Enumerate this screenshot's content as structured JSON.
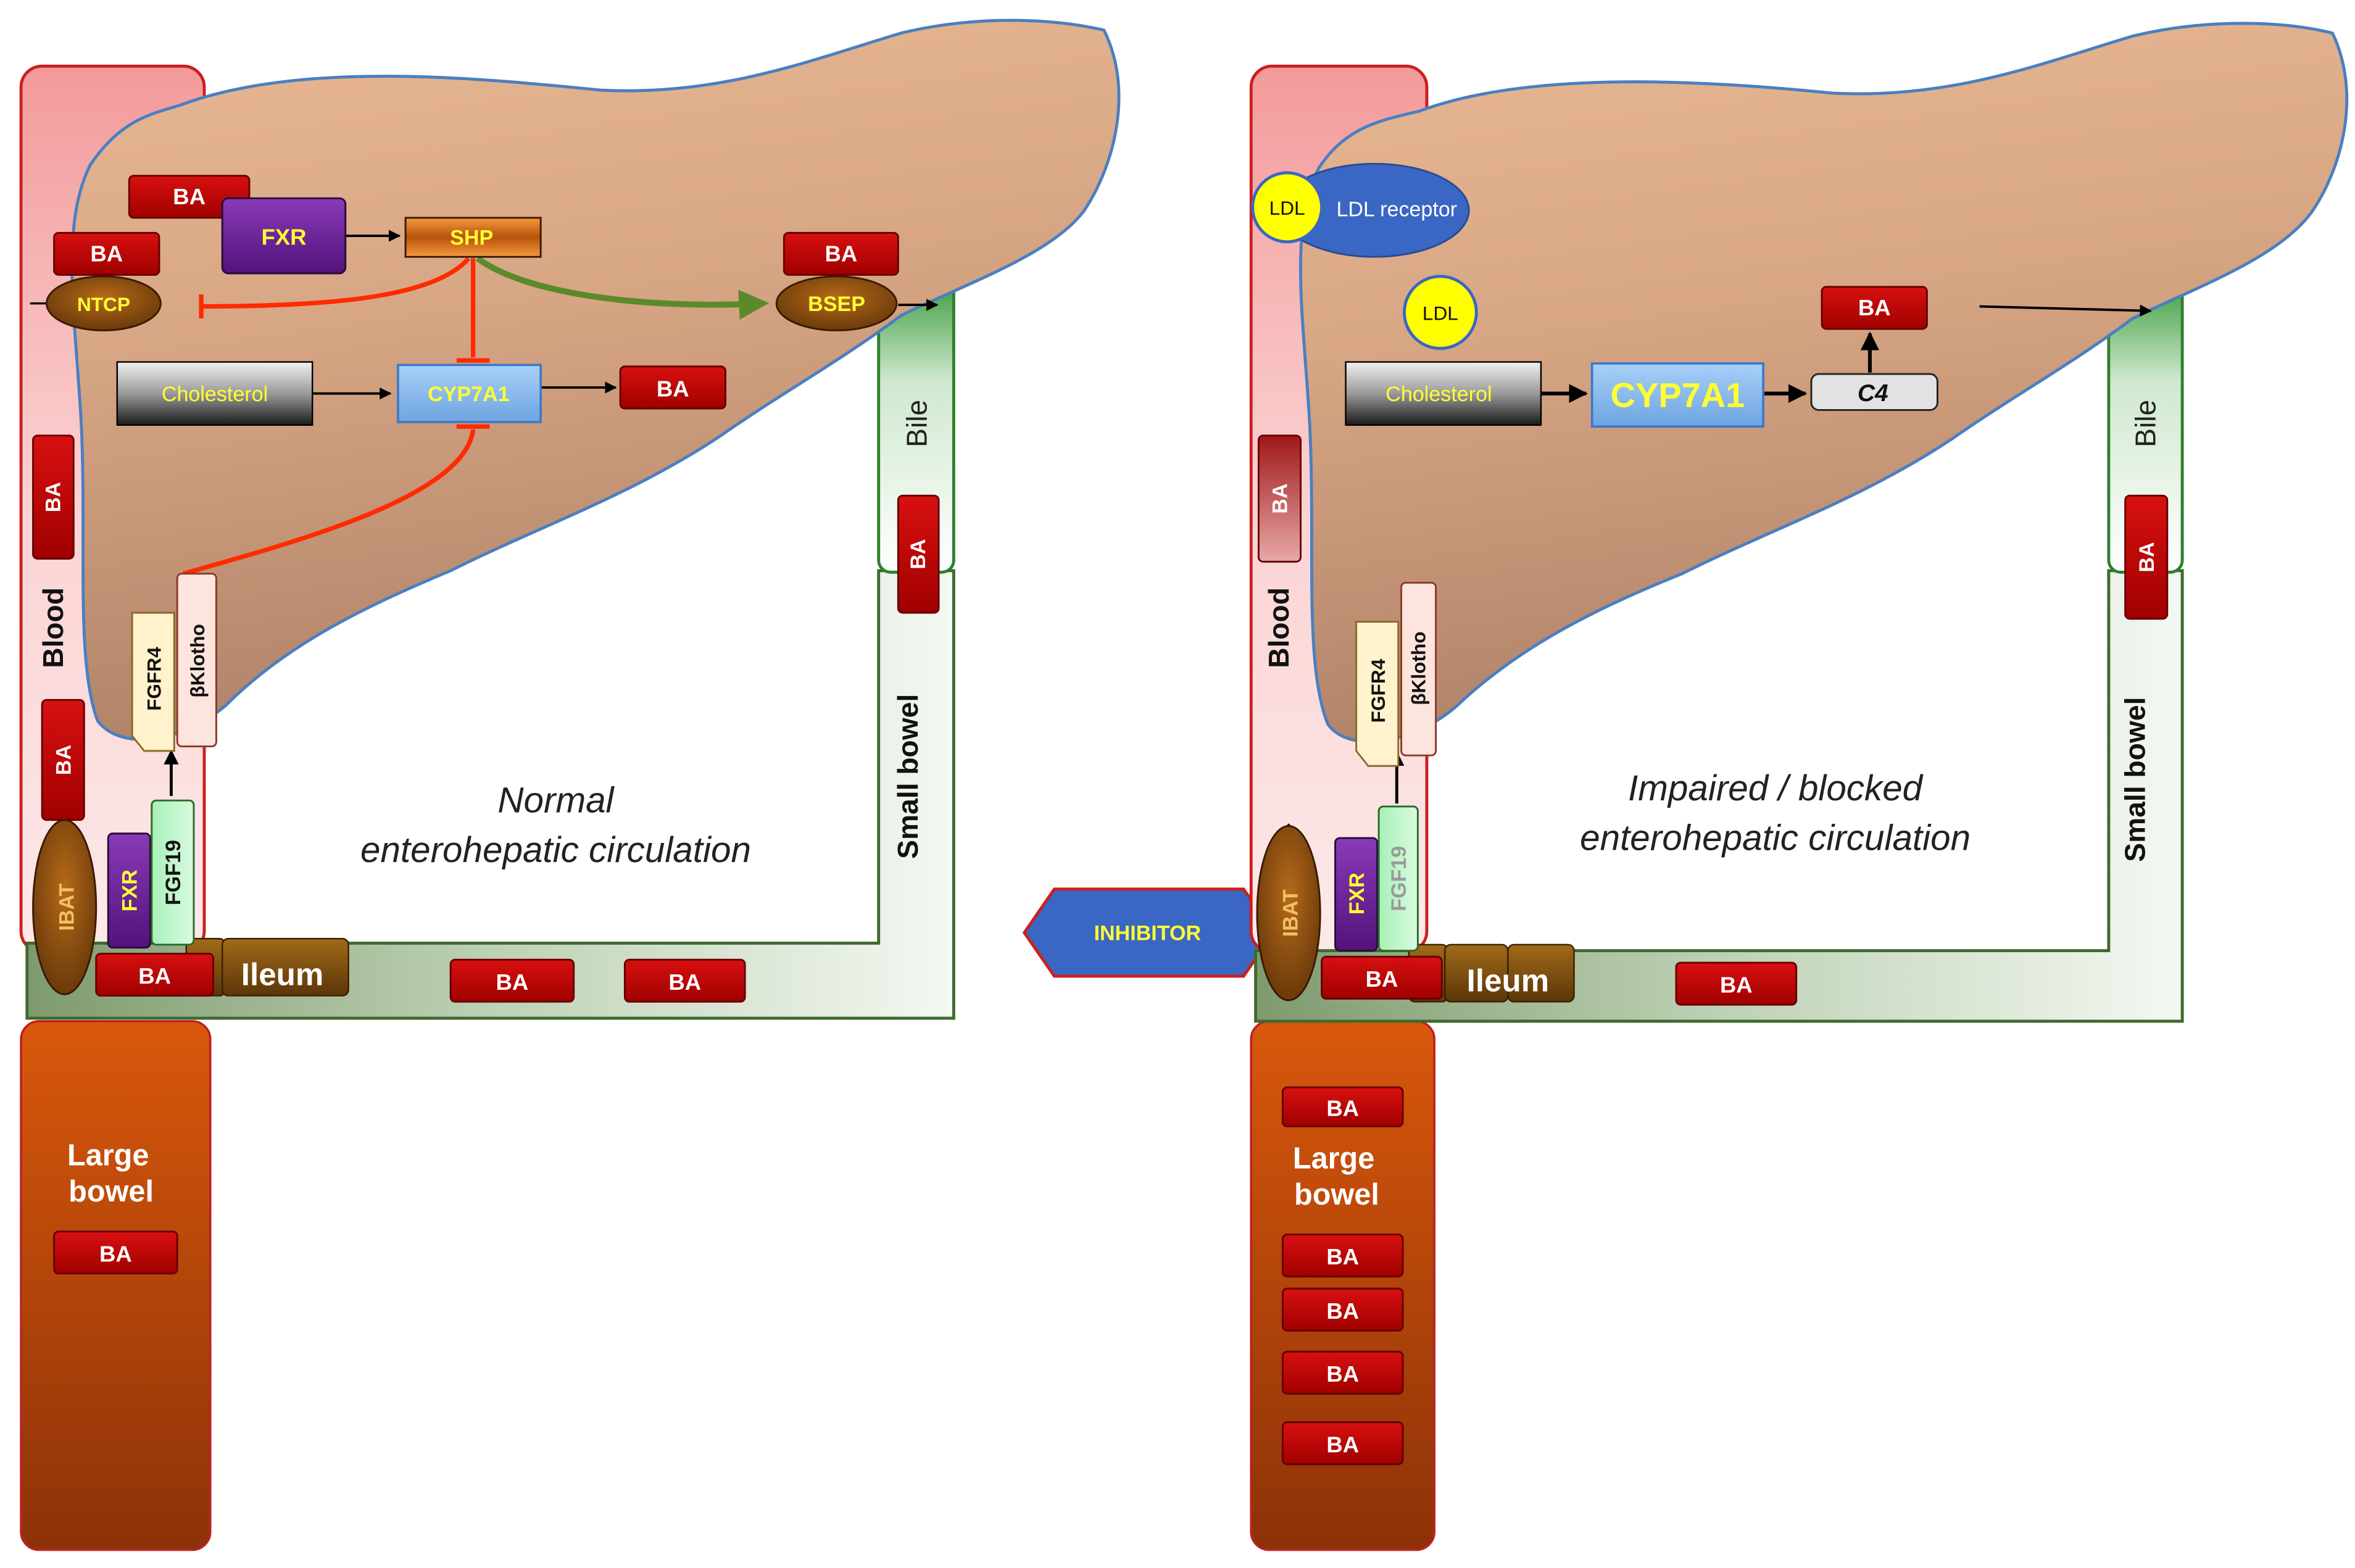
{
  "labels": {
    "ba": "BA",
    "fxr": "FXR",
    "shp": "SHP",
    "ntcp": "NTCP",
    "bsep": "BSEP",
    "cholesterol": "Cholesterol",
    "cyp7a1": "CYP7A1",
    "blood": "Blood",
    "bile": "Bile",
    "small_bowel": "Small bowel",
    "fgfr4": "FGFR4",
    "bklotho": "βKlotho",
    "fgf19": "FGF19",
    "ibat": "IBAT",
    "ileum": "Ileum",
    "large_bowel_line1": "Large",
    "large_bowel_line2": "bowel",
    "ldl": "LDL",
    "ldl_receptor": "LDL receptor",
    "c4": "C4",
    "inhibitor": "INHIBITOR"
  },
  "panels": {
    "normal": {
      "caption_line1": "Normal",
      "caption_line2": "enterohepatic circulation"
    },
    "impaired": {
      "caption_line1": "Impaired / blocked",
      "caption_line2": "enterohepatic circulation"
    }
  },
  "colors": {
    "liver_fill": "#d2a07e",
    "liver_outline": "#4a7fc1",
    "blood_fill": "#f6b8b8",
    "ba_fill": "#c00000",
    "fxr_fill": "#6a1b9a",
    "bowel_orange": "#b84a0a",
    "bile_green": "#3c8c3c",
    "inhibition_red": "#ff2a00",
    "activation_green": "#5a8a2a",
    "inhibitor_blue": "#3a66c4",
    "ldl_yellow": "#ffff00"
  }
}
